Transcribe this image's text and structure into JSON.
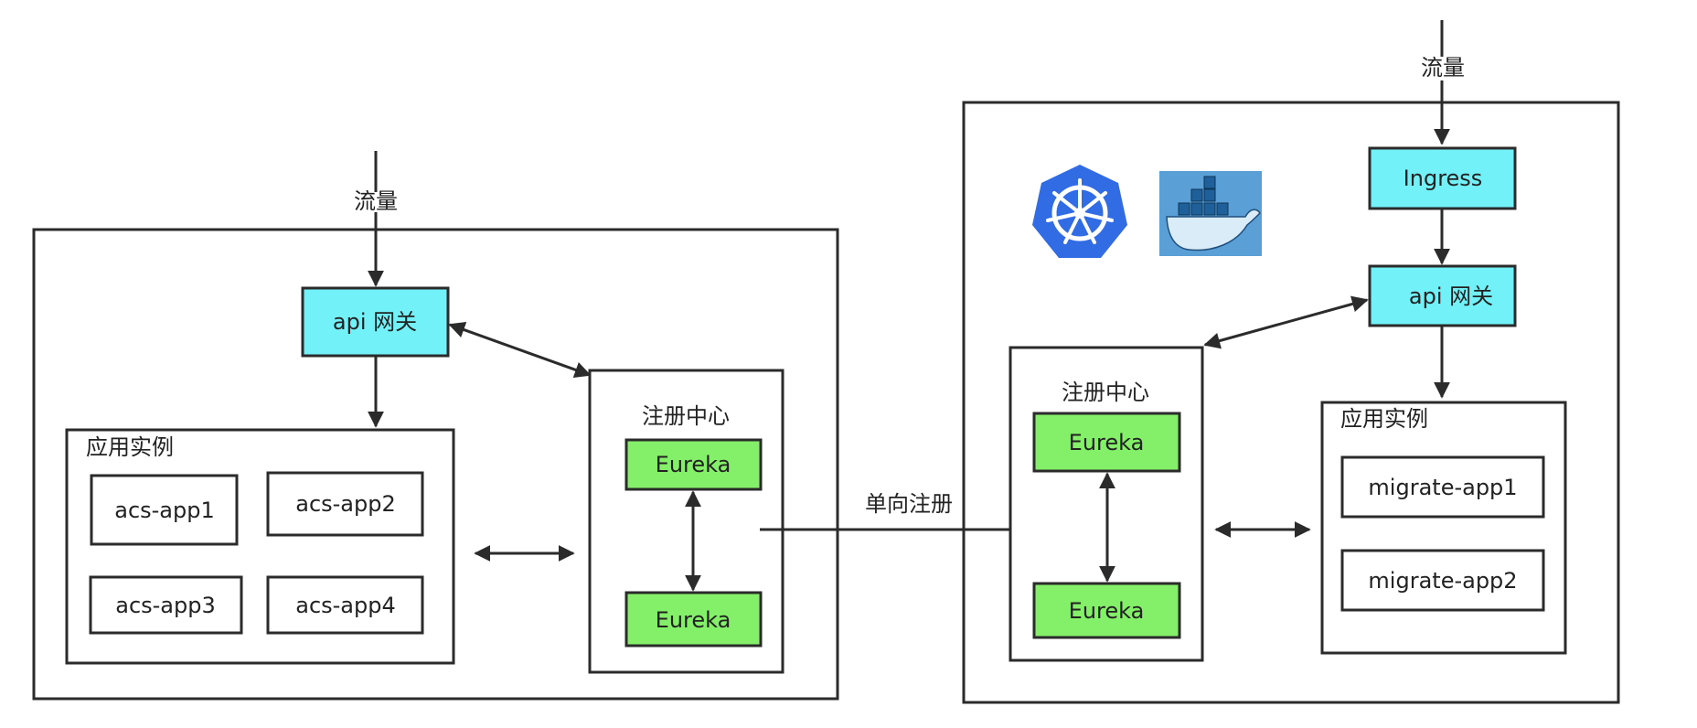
{
  "left": {
    "traffic_label": "流量",
    "gateway_label": "api 网关",
    "app_group_label": "应用实例",
    "apps": [
      "acs-app1",
      "acs-app2",
      "acs-app3",
      "acs-app4"
    ],
    "registry_label": "注册中心",
    "eureka": [
      "Eureka",
      "Eureka"
    ]
  },
  "one_way_register_label": "单向注册",
  "right": {
    "traffic_label": "流量",
    "ingress_label": "Ingress",
    "gateway_label": "api 网关",
    "registry_label": "注册中心",
    "eureka": [
      "Eureka",
      "Eureka"
    ],
    "app_group_label": "应用实例",
    "apps": [
      "migrate-app1",
      "migrate-app2"
    ],
    "icons": [
      "kubernetes-icon",
      "docker-icon"
    ]
  },
  "colors": {
    "gateway": "#72f2f8",
    "eureka": "#84ef68",
    "line": "#2b2b2b",
    "kubernetes": "#326ce5",
    "docker_bg": "#5a9fd6"
  }
}
